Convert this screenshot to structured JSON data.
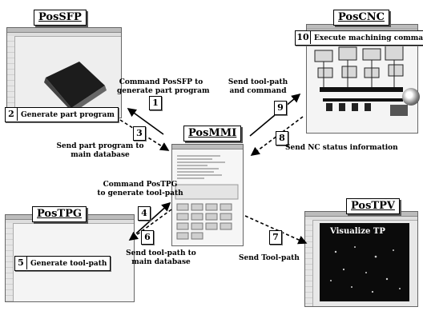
{
  "modules": {
    "sfp": "PosSFP",
    "cnc": "PosCNC",
    "mmi": "PosMMI",
    "tpg": "PosTPG",
    "tpv": "PosTPV"
  },
  "steps": {
    "s1": {
      "num": "1",
      "text": "Command PosSFP to\ngenerate part program"
    },
    "s2": {
      "num": "2",
      "text": "Generate part program"
    },
    "s3": {
      "num": "3",
      "text": "Send part program to\nmain database"
    },
    "s4": {
      "num": "4",
      "text": "Command PosTPG\nto generate tool-path"
    },
    "s5": {
      "num": "5",
      "text": "Generate tool-path"
    },
    "s6": {
      "num": "6",
      "text": "Send tool-path to\nmain database"
    },
    "s7": {
      "num": "7",
      "text": "Send Tool-path"
    },
    "s8": {
      "num": "8",
      "text": "Send NC status information"
    },
    "s9": {
      "num": "9",
      "text": "Send tool-path\nand command"
    },
    "s10": {
      "num": "10",
      "text": "Execute machining command"
    },
    "tpv_inner": "Visualize TP"
  }
}
